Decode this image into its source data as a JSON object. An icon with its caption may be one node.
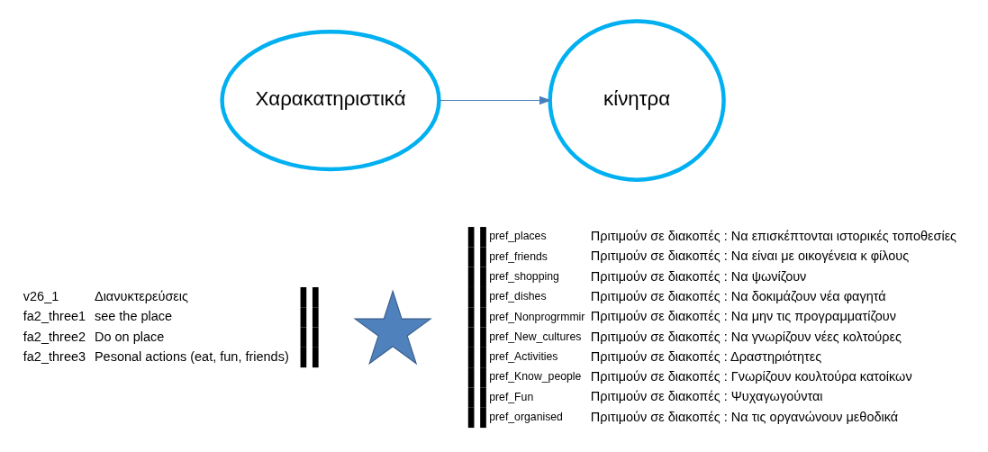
{
  "diagram": {
    "nodes": [
      {
        "text": [
          "Χαρακατηριστικά"
        ]
      },
      {
        "text": [
          "κίνητρα"
        ]
      },
      {
        "text": [],
        "shape": "star"
      }
    ],
    "edges": [
      {
        "from": 0,
        "to": 1,
        "arrow": "to"
      }
    ],
    "labels": [
      "v26_1",
      "Διανυκτερεύσεις",
      "fa2_three1",
      "see the place",
      "fa2_three2",
      "Do on place",
      "fa2_three3",
      "Pesonal actions (eat, fun, friends)",
      "pref_places",
      "Πριτιμούν σε διακοπές : Να επισκέπτονται ιστορικές τοποθεσίες",
      "pref_friends",
      "Πριτιμούν σε διακοπές : Να είναι με οικογένεια κ φίλους",
      "pref_shopping",
      "Πριτιμούν σε διακοπές : Να ψωνίζουν",
      "pref_dishes",
      "Πριτιμούν σε διακοπές : Να δοκιμάζουν νέα φαγητά",
      "pref_Nonprogrmmir",
      "Πριτιμούν σε διακοπές : Να μην τις προγραμματίζουν",
      "pref_New_cultures",
      "Πριτιμούν σε διακοπές : Να γνωρίζουν νέες κολτούρες",
      "pref_Activities",
      "Πριτιμούν σε διακοπές : Δραστηριότητες",
      "pref_Know_people",
      "Πριτιμούν σε διακοπές : Γνωρίζουν κουλτούρα κατοίκων",
      "pref_Fun",
      "Πριτιμούν σε διακοπές : Ψυχαγωγούνται",
      "pref_organised",
      "Πριτιμούν σε διακοπές : Να τις οργανώνουν μεθοδικά"
    ]
  }
}
